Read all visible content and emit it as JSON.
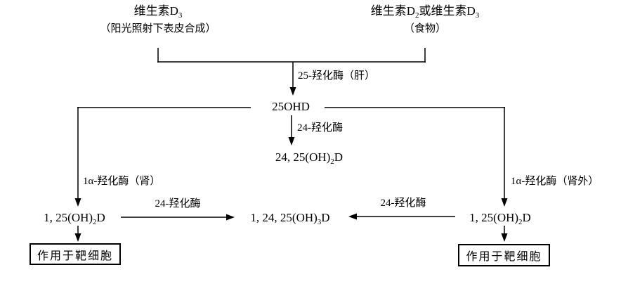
{
  "nodes": {
    "source_skin": {
      "formula_pre": "维生素D",
      "formula_sub": "3",
      "caption": "（阳光照射下表皮合成）"
    },
    "source_food": {
      "formula_p1": "维生素D",
      "formula_s1": "2",
      "formula_p2": "或维生素D",
      "formula_s2": "3",
      "caption": "（食物）"
    },
    "ohd_25": {
      "text": "25OHD"
    },
    "oh2d_24_25": {
      "pre": "24, 25(OH)",
      "sub": "2",
      "post": "D"
    },
    "oh2d_left": {
      "pre": "1, 25(OH)",
      "sub": "2",
      "post": "D"
    },
    "oh3d_center": {
      "pre": "1, 24, 25(OH)",
      "sub": "3",
      "post": "D"
    },
    "oh2d_right": {
      "pre": "1, 25(OH)",
      "sub": "2",
      "post": "D"
    },
    "target_left": {
      "text": "作用于靶细胞"
    },
    "target_right": {
      "text": "作用于靶细胞"
    }
  },
  "labels": {
    "hydroxylase_25_liver": "25-羟化酶（肝）",
    "hydroxylase_24_mid": "24-羟化酶",
    "hydroxylase_1a_renal": "1α-羟化酶（肾）",
    "hydroxylase_1a_extrarenal": "1α-羟化酶（肾外）",
    "hydroxylase_24_left": "24-羟化酶",
    "hydroxylase_24_right": "24-羟化酶"
  },
  "colors": {
    "line": "#000000",
    "text": "#000000",
    "background": "#ffffff"
  }
}
